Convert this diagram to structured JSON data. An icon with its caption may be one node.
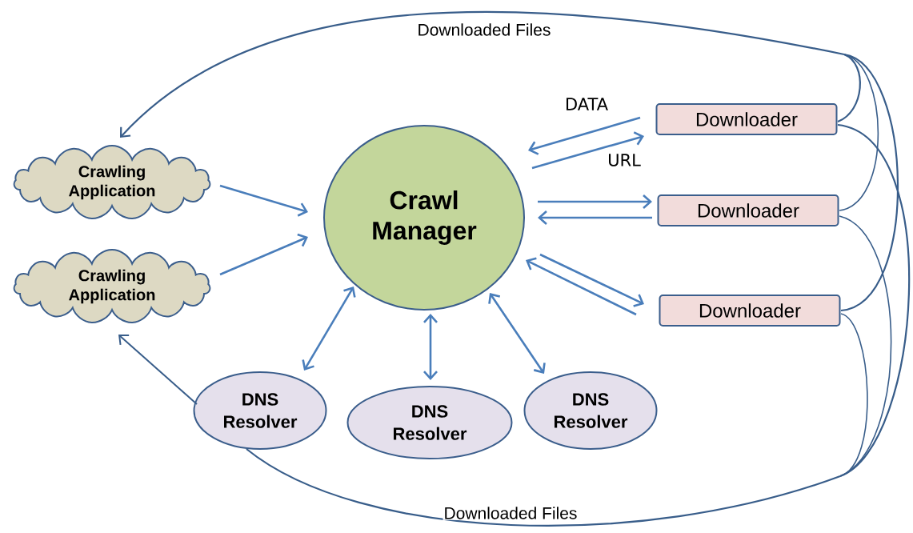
{
  "diagram": {
    "nodes": [
      {
        "text": [
          "Crawling Application"
        ]
      },
      {
        "text": [
          "Crawling Application"
        ]
      },
      {
        "text": [
          "Crawl Manager"
        ]
      },
      {
        "text": [
          "Downloader"
        ]
      },
      {
        "text": [
          "Downloader"
        ]
      },
      {
        "text": [
          "Downloader"
        ]
      },
      {
        "text": [
          "DNS Resolver"
        ]
      },
      {
        "text": [
          "DNS Resolver"
        ]
      },
      {
        "text": [
          "DNS Resolver"
        ]
      }
    ],
    "edges": [
      {
        "from": 0,
        "to": 2,
        "arrow": "to"
      },
      {
        "from": 1,
        "to": 2,
        "arrow": "to"
      },
      {
        "from": 3,
        "to": 2,
        "arrow": "to",
        "label": "DATA"
      },
      {
        "from": 2,
        "to": 3,
        "arrow": "to",
        "label": "URL"
      },
      {
        "from": 2,
        "to": 4,
        "arrow": "to"
      },
      {
        "from": 4,
        "to": 2,
        "arrow": "to"
      },
      {
        "from": 2,
        "to": 5,
        "arrow": "to"
      },
      {
        "from": 5,
        "to": 2,
        "arrow": "to"
      },
      {
        "from": 2,
        "to": 6,
        "arrow": "both"
      },
      {
        "from": 2,
        "to": 7,
        "arrow": "both"
      },
      {
        "from": 2,
        "to": 8,
        "arrow": "both"
      },
      {
        "from": 3,
        "to": 0,
        "arrow": "to",
        "label": "Downloaded Files",
        "color": "#385d8a"
      },
      {
        "from": 4,
        "to": 0,
        "arrow": "to",
        "color": "#385d8a"
      },
      {
        "from": 5,
        "to": 0,
        "arrow": "to",
        "color": "#385d8a"
      },
      {
        "from": 3,
        "to": 6,
        "arrow": "none",
        "label": "Downloaded Files",
        "color": "#385d8a"
      },
      {
        "from": 4,
        "to": 6,
        "arrow": "none",
        "color": "#385d8a"
      },
      {
        "from": 5,
        "to": 6,
        "arrow": "none",
        "color": "#385d8a"
      },
      {
        "from": 6,
        "to": 1,
        "arrow": "to",
        "color": "#385d8a"
      }
    ]
  }
}
